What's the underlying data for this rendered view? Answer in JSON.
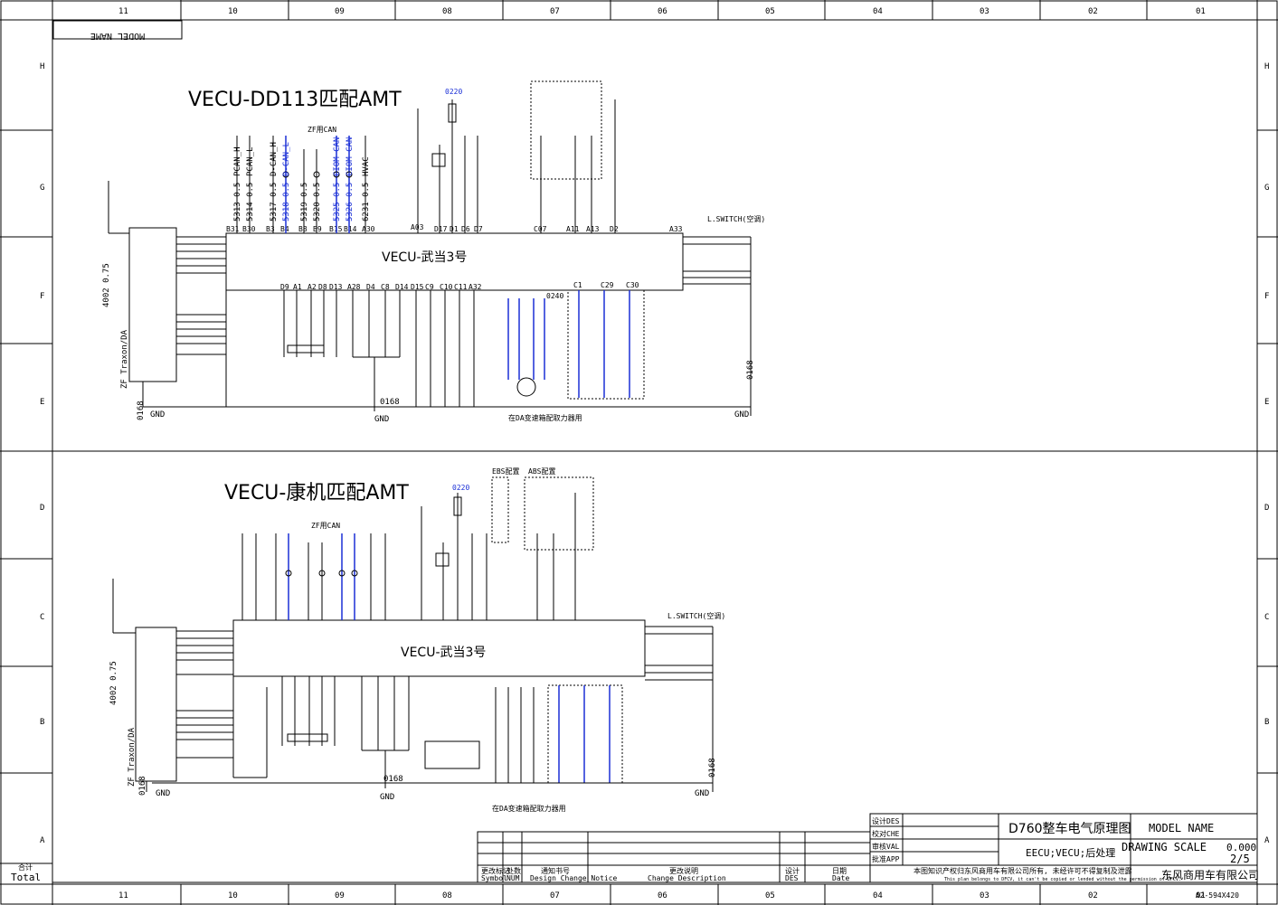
{
  "frame": {
    "columns": [
      "11",
      "10",
      "09",
      "08",
      "07",
      "06",
      "05",
      "04",
      "03",
      "02",
      "01"
    ],
    "rows": [
      "H",
      "G",
      "F",
      "E",
      "D",
      "C",
      "B",
      "A"
    ],
    "model_name_tab": "MODEL NAME",
    "total_cn": "合计",
    "total_en": "Total",
    "sheet_size": "A2-594X420"
  },
  "diagram1": {
    "title": "VECU-DD113匹配AMT",
    "ecu_label": "VECU-武当3号",
    "connector_side": "ZF Traxon/DA",
    "gnd_wire": "0168",
    "gnd_label": "GND",
    "wire_4002": "4002 0.75",
    "fuse_a": "0220",
    "fuse_b": "0240",
    "note": "在DA变速箱配取力器用",
    "zf_can": "ZF用CAN",
    "lswitch": "L.SWITCH(空调)",
    "top_wires": [
      {
        "id": "5313 0.5",
        "sig": "PCAN_H",
        "blue": false
      },
      {
        "id": "5314 0.5",
        "sig": "PCAN_L",
        "blue": false
      },
      {
        "id": "5317 0.5",
        "sig": "D-CAN_H",
        "blue": false
      },
      {
        "id": "5318 0.5",
        "sig": "D-CAN_L",
        "blue": true
      },
      {
        "id": "5319 0.5",
        "sig": "",
        "blue": false
      },
      {
        "id": "5320 0.5",
        "sig": "",
        "blue": false
      },
      {
        "id": "5325 0.5",
        "sig": "CIOM CAN",
        "blue": true
      },
      {
        "id": "5326 0.5",
        "sig": "CIOM CAN",
        "blue": true
      },
      {
        "id": "6231 0.5",
        "sig": "HVAC",
        "blue": false
      }
    ],
    "top_pins": [
      "B31",
      "B30",
      "B3",
      "B4",
      "B8",
      "B9",
      "B15",
      "B14",
      "A30",
      "A03",
      "D17",
      "D1",
      "D6",
      "D7",
      "C07",
      "A11",
      "A13",
      "D2",
      "A33"
    ],
    "bottom_pins": [
      "D9",
      "A1",
      "A2",
      "D8",
      "D13",
      "A28",
      "D4",
      "C8",
      "D14",
      "D15",
      "C9",
      "C10",
      "C11",
      "A32",
      "C1",
      "C29",
      "C30"
    ]
  },
  "diagram2": {
    "title": "VECU-康机匹配AMT",
    "ecu_label": "VECU-武当3号",
    "connector_side": "ZF Traxon/DA",
    "gnd_wire": "0168",
    "gnd_label": "GND",
    "wire_4002": "4002 0.75",
    "fuse_a": "0220",
    "ebs": "EBS配置",
    "abs": "ABS配置",
    "note": "在DA变速箱配取力器用",
    "zf_can": "ZF用CAN",
    "lswitch": "L.SWITCH(空调)"
  },
  "titleblock": {
    "rows": [
      "设计DES",
      "校对CHE",
      "审核VAL",
      "批准APP"
    ],
    "drawing_title": "D760整车电气原理图",
    "subtitle": "EECU;VECU;后处理",
    "model_name": "MODEL NAME",
    "drawing_scale": "DRAWING SCALE",
    "scale_value": "0.000",
    "page": "2/5",
    "company": "东风商用车有限公司",
    "copyright_cn": "本图知识产权归东风商用车有限公司所有, 未经许可不得复制及泄露",
    "copyright_en": "This plan belongs to DFCV, it can't be copied or lended without the permission of DFCV.",
    "revision_headers": [
      {
        "cn": "更改标记",
        "en": "Symbol"
      },
      {
        "cn": "处数",
        "en": "NUM"
      },
      {
        "cn": "通知书号",
        "en": "Design Change Notice"
      },
      {
        "cn": "更改说明",
        "en": "Change Description"
      },
      {
        "cn": "设计",
        "en": "DES"
      },
      {
        "cn": "日期",
        "en": "Date"
      }
    ]
  }
}
